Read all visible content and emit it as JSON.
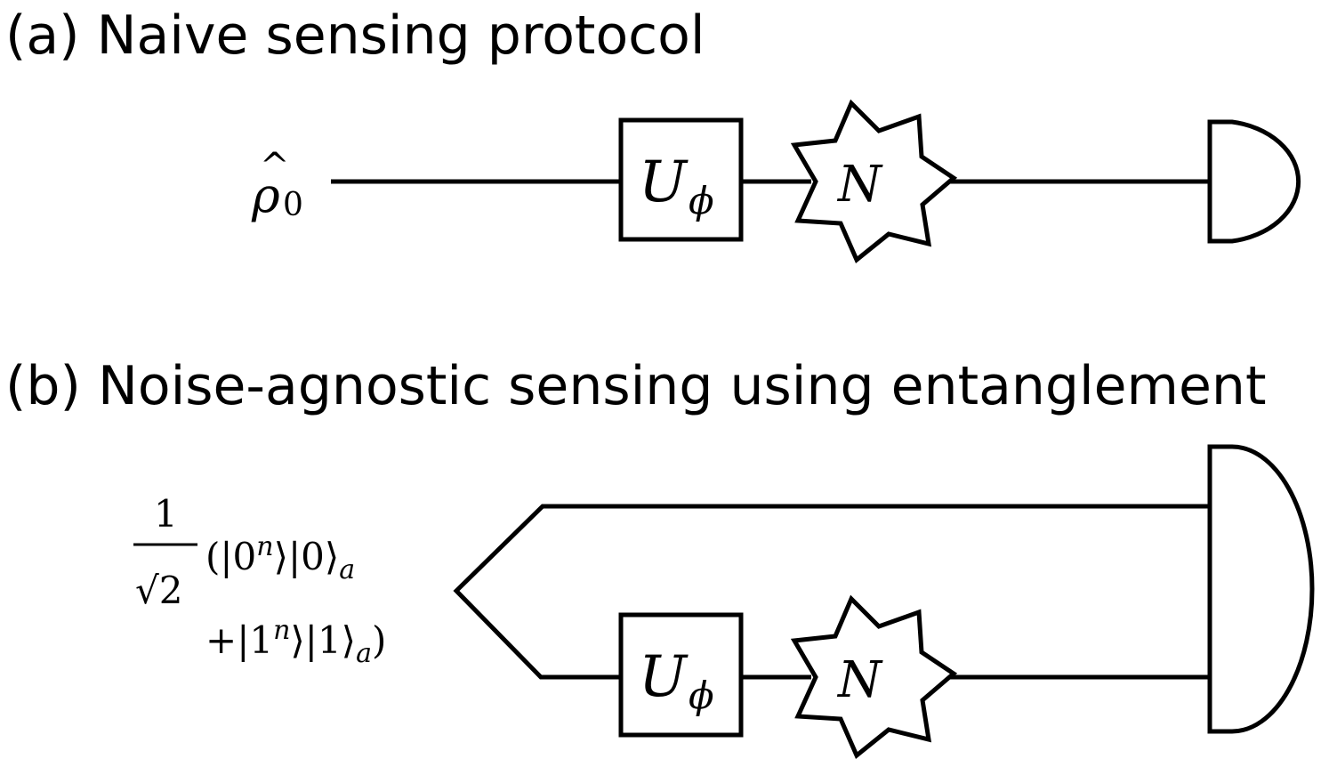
{
  "panel_a": {
    "title": "(a) Naive sensing protocol",
    "input_state": {
      "symbol": "ρ",
      "hat": "^",
      "subscript": "0"
    },
    "unitary": {
      "symbol": "U",
      "subscript": "ϕ"
    },
    "noise": {
      "symbol": "N"
    }
  },
  "panel_b": {
    "title": "(b) Noise-agnostic sensing using entanglement",
    "input_state": {
      "prefactor_numerator": "1",
      "prefactor_denominator": "√2",
      "line1": {
        "open": "(|0",
        "sup": "n",
        "mid": "⟩|0⟩",
        "sub": "a"
      },
      "line2": {
        "open": "+|1",
        "sup": "n",
        "mid": "⟩|1⟩",
        "sub": "a",
        "close": ")"
      }
    },
    "unitary": {
      "symbol": "U",
      "subscript": "ϕ"
    },
    "noise": {
      "symbol": "N"
    }
  }
}
